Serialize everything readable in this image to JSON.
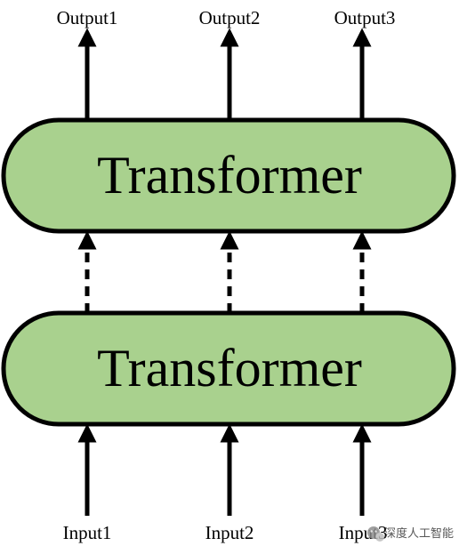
{
  "diagram": {
    "outputs": [
      "Output1",
      "Output2",
      "Output3"
    ],
    "inputs": [
      "Input1",
      "Input2",
      "Input3"
    ],
    "blocks": {
      "top": "Transformer",
      "bottom": "Transformer"
    }
  },
  "watermark": {
    "text": "深度人工智能",
    "icon": "wechat-icon"
  },
  "colors": {
    "block_fill": "#a9d18e",
    "stroke": "#000000",
    "background": "#ffffff"
  }
}
